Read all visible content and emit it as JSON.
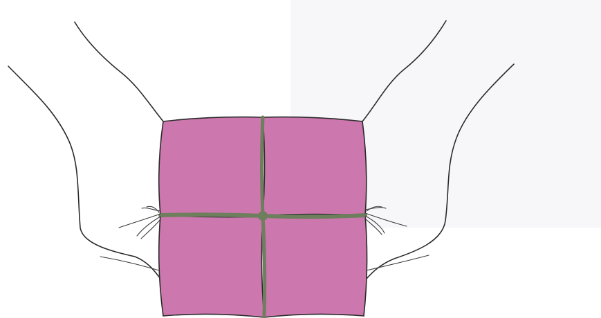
{
  "colors": {
    "background": "#ffffff",
    "backdrop_shade": "#f1f1f5",
    "square_fill": "#cc77ad",
    "seam": "#6e7f5e",
    "outline": "#2a2a2a"
  },
  "diagram": {
    "squares": [
      {
        "position": "top-left"
      },
      {
        "position": "top-right"
      },
      {
        "position": "bottom-left"
      },
      {
        "position": "bottom-right"
      }
    ],
    "arms": [
      {
        "side": "left",
        "kind": "inner"
      },
      {
        "side": "left",
        "kind": "outer"
      },
      {
        "side": "right",
        "kind": "inner"
      },
      {
        "side": "right",
        "kind": "outer"
      }
    ],
    "knots": [
      {
        "side": "left"
      },
      {
        "side": "right"
      }
    ]
  }
}
